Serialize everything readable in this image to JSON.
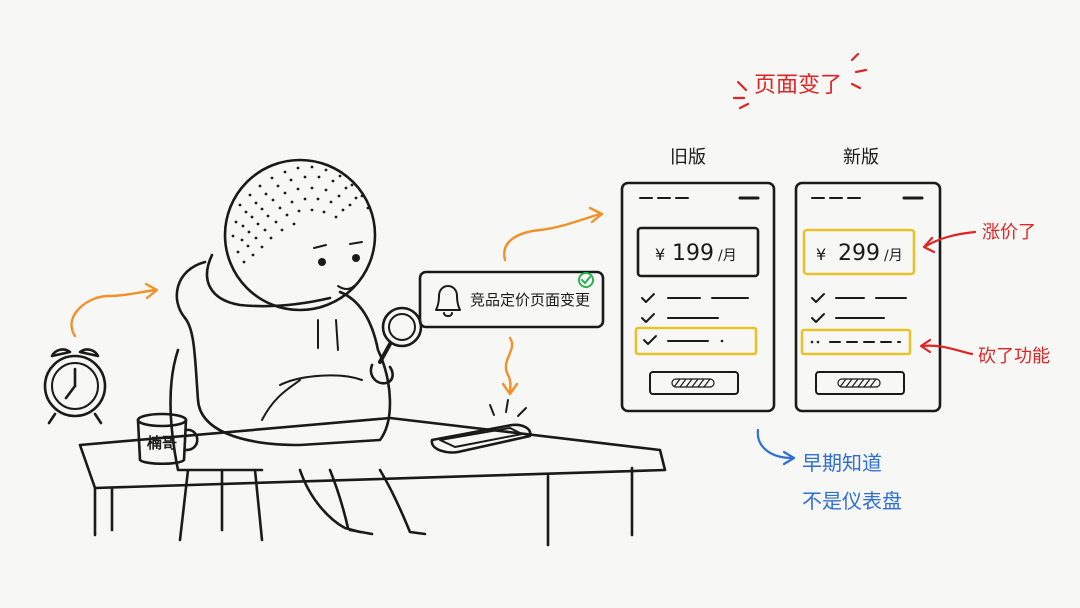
{
  "header_exclaim": "页面变了",
  "notification": {
    "text": "竞品定价页面变更",
    "icon": "bell-icon",
    "status_icon": "check-circle-icon"
  },
  "old_version": {
    "label": "旧版",
    "currency": "¥",
    "price": "199",
    "period": "/月"
  },
  "new_version": {
    "label": "新版",
    "currency": "¥",
    "price": "299",
    "period": "/月"
  },
  "annotations": {
    "price_up": "涨价了",
    "feature_cut": "砍了功能",
    "early_line1": "早期知道",
    "early_line2": "不是仪表盘"
  },
  "mug_label": "楠哥",
  "colors": {
    "ink": "#1a1a1a",
    "orange": "#f0912a",
    "red": "#e02424",
    "blue": "#2f6fd6",
    "yellow": "#e8c22a",
    "green": "#2bb24c",
    "hoodie": "#e6e6e2"
  }
}
